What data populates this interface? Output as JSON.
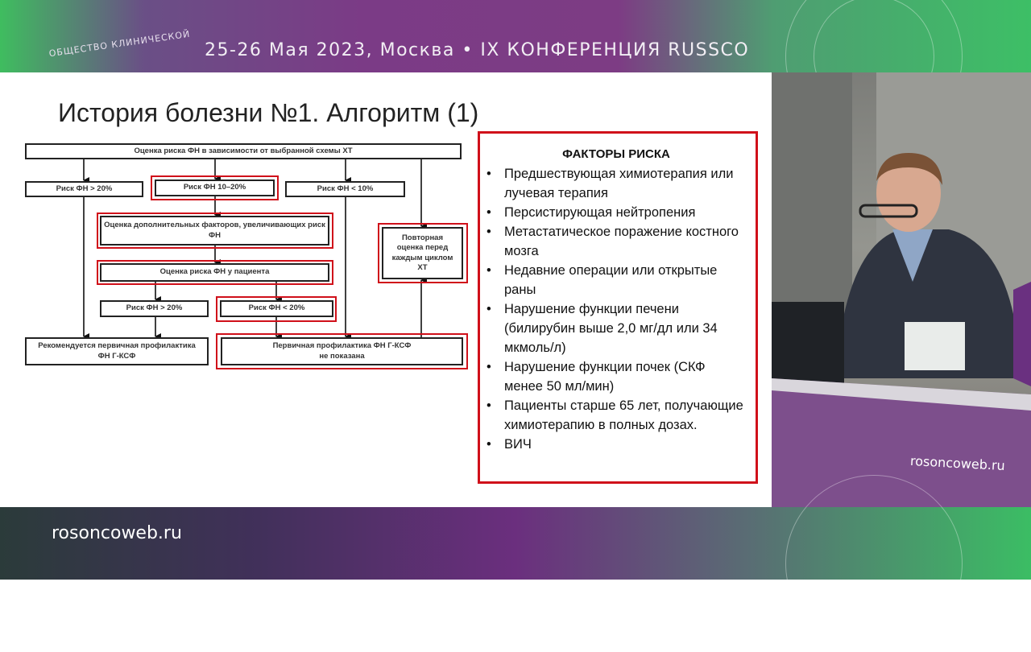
{
  "banner": {
    "title": "25-26 Мая 2023, Москва • IX КОНФЕРЕНЦИЯ RUSSCO",
    "logo_text": "ОБЩЕСТВО КЛИНИЧЕСКОЙ"
  },
  "slide": {
    "title": "История болезни №1. Алгоритм (1)",
    "flow": {
      "start": "Оценка риска ФН в зависимости от выбранной схемы ХТ",
      "r1": "Риск ФН > 20%",
      "r2": "Риск ФН 10–20%",
      "r3": "Риск ФН < 10%",
      "extra": "Оценка дополнительных факторов, увеличивающих риск ФН",
      "patient": "Оценка риска ФН у пациента",
      "p1": "Риск ФН > 20%",
      "p2": "Риск ФН < 20%",
      "rec": "Рекомендуется первичная профилактика ФН Г-КСФ",
      "norec": "Первичная профилактика ФН Г-КСФ не показана",
      "repeat": "Повторная оценка перед каждым циклом ХТ"
    },
    "risk": {
      "heading": "ФАКТОРЫ РИСКА",
      "items": [
        "Предшествующая химиотерапия или лучевая терапия",
        "Персистирующая нейтропения",
        "Метастатическое поражение костного мозга",
        "Недавние операции или открытые раны",
        "Нарушение функции печени (билирубин выше 2,0 мг/дл или 34 мкмоль/л)",
        "Нарушение функции почек (СКФ менее 50 мл/мин)",
        "Пациенты старше 65 лет, получающие химиотерапию в полных дозах.",
        "ВИЧ"
      ]
    }
  },
  "video": {
    "backdrop_text": "rosoncoweb.ru"
  },
  "footer": {
    "url": "rosoncoweb.ru"
  },
  "colors": {
    "highlight": "#d0101a",
    "banner_purple": "#7b3b86",
    "banner_green": "#3fbd5f"
  }
}
